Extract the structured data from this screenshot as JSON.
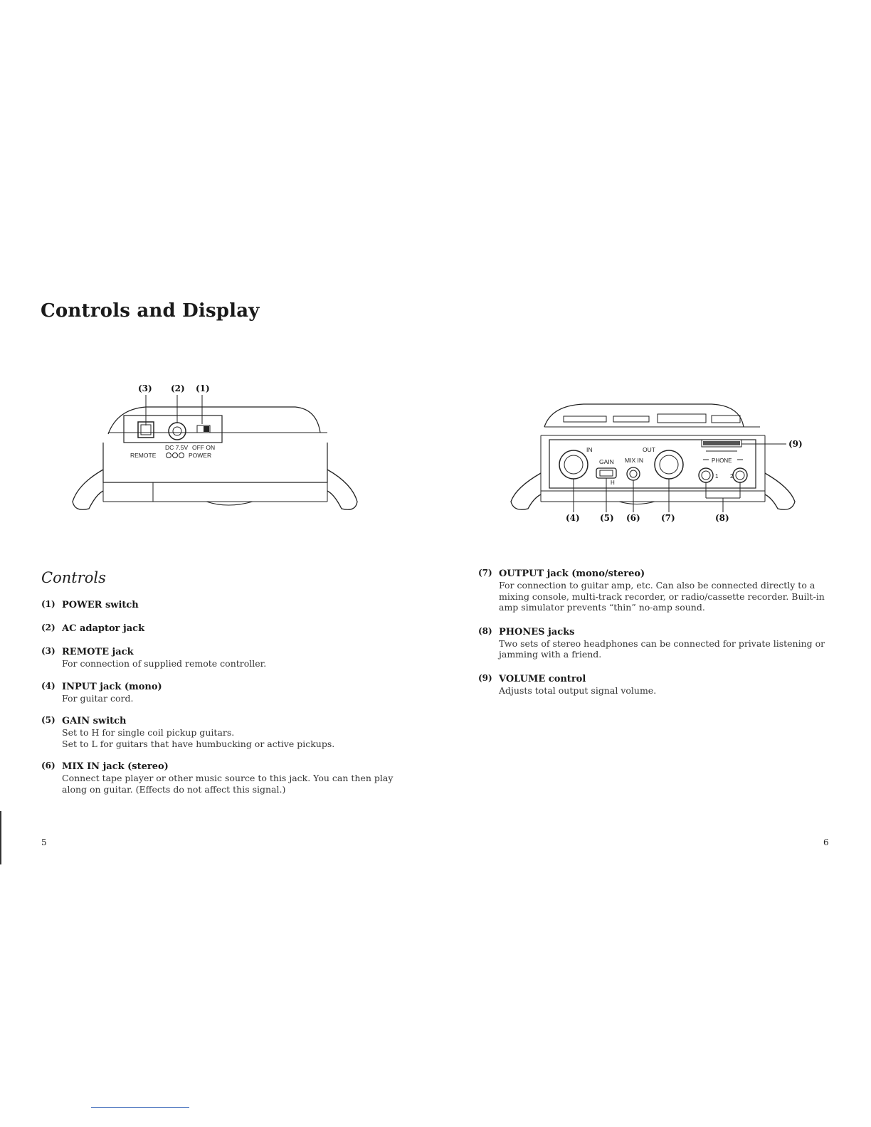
{
  "page_title": "Controls and Display",
  "diagram_left": {
    "callouts": [
      "(3)",
      "(2)",
      "(1)"
    ],
    "labels": {
      "remote": "REMOTE",
      "dc": "DC 7.5V",
      "off_on": "OFF ON",
      "power": "POWER"
    }
  },
  "diagram_right": {
    "callouts": [
      "(4)",
      "(5)",
      "(6)",
      "(7)",
      "(8)",
      "(9)"
    ],
    "labels": {
      "in": "IN",
      "out": "OUT",
      "gain": "GAIN",
      "h": "H",
      "mix_in": "MIX IN",
      "phone": "PHONE",
      "phone_1": "1",
      "phone_2": "2"
    }
  },
  "controls_heading": "Controls",
  "items_left": [
    {
      "num": "(1)",
      "title": "POWER switch",
      "desc": ""
    },
    {
      "num": "(2)",
      "title": "AC adaptor jack",
      "desc": ""
    },
    {
      "num": "(3)",
      "title": "REMOTE jack",
      "desc": "For connection of supplied remote controller."
    },
    {
      "num": "(4)",
      "title": "INPUT jack (mono)",
      "desc": "For guitar cord."
    },
    {
      "num": "(5)",
      "title": "GAIN switch",
      "desc": "Set  to H for single coil pickup guitars.\nSet to L for guitars that have humbucking or active pickups."
    },
    {
      "num": "(6)",
      "title": "MIX IN jack (stereo)",
      "desc": "Connect tape player or other music source to this jack. You can then play\nalong on guitar. (Effects do not affect this signal.)"
    }
  ],
  "items_right": [
    {
      "num": "(7)",
      "title": "OUTPUT jack (mono/stereo)",
      "desc": "For connection to guitar amp, etc. Can also be connected directly to a\nmixing console, multi-track recorder, or radio/cassette recorder. Built-in\namp simulator prevents “thin” no-amp sound."
    },
    {
      "num": "(8)",
      "title": "PHONES jacks",
      "desc": "Two sets of stereo headphones can be connected for private listening or\njamming with a friend."
    },
    {
      "num": "(9)",
      "title": "VOLUME control",
      "desc": "Adjusts total output signal volume."
    }
  ],
  "page_numbers": {
    "left": "5",
    "right": "6"
  }
}
